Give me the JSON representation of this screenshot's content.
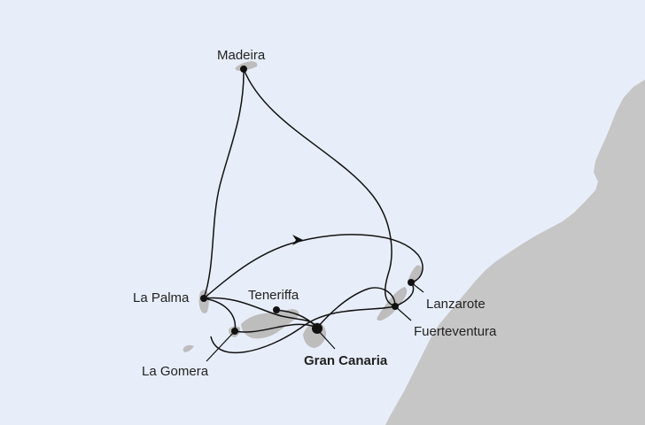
{
  "map": {
    "colors": {
      "sea": "#e8eef9",
      "land": "#c6c6c6",
      "island": "#bdbdbd",
      "route": "#111111",
      "port": "#111111"
    },
    "ports": {
      "madeira": "Madeira",
      "la_palma": "La Palma",
      "teneriffa": "Teneriffa",
      "la_gomera": "La Gomera",
      "gran_canaria": "Gran Canaria",
      "lanzarote": "Lanzarote",
      "fuerteventura": "Fuerteventura"
    },
    "home_port": "Gran Canaria"
  }
}
